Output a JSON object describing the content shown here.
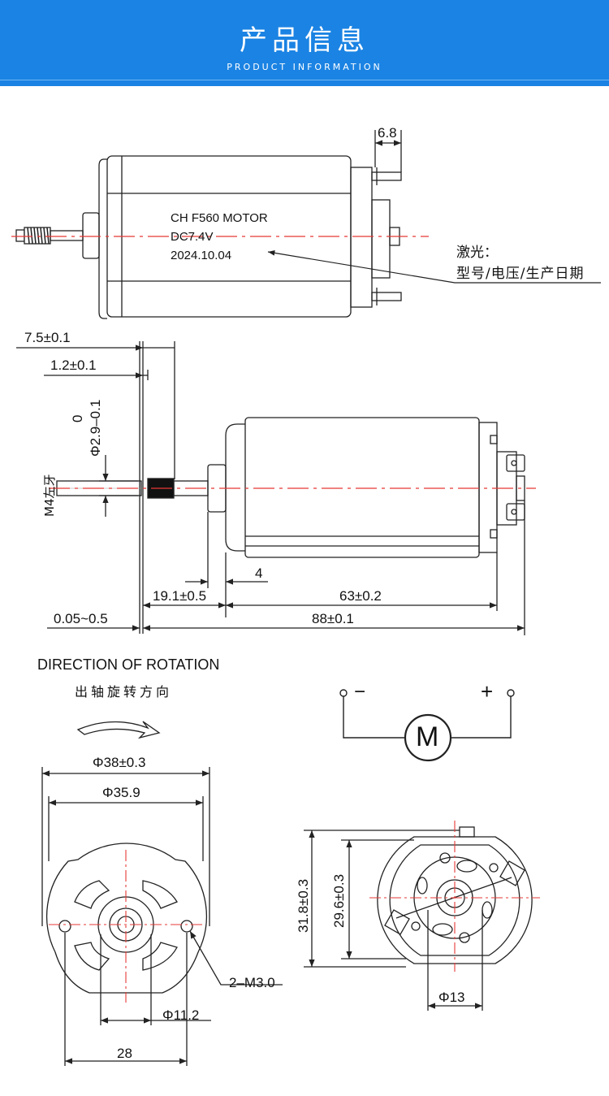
{
  "header": {
    "title": "产品信息",
    "subtitle": "PRODUCT INFORMATION"
  },
  "top_view": {
    "laser_lines": [
      "CH F560 MOTOR",
      "DC7.4V",
      "2024.10.04"
    ],
    "callout_line1": "激光：",
    "callout_line2": "型号/电压/生产日期",
    "dim_terminal": "6.8"
  },
  "side_view": {
    "dim_shaft_len": "7.5±0.1",
    "dim_flat": "1.2±0.1",
    "dim_shaft_tol_top": "0",
    "dim_shaft_dia": "Φ2.9–0.1",
    "dim_thread": "M4左牙",
    "dim_boss": "4",
    "dim_front": "19.1±0.5",
    "dim_body": "63±0.2",
    "dim_gap": "0.05~0.5",
    "dim_total": "88±0.1"
  },
  "rotation": {
    "title_en": "DIRECTION OF ROTATION",
    "title_cn": "出轴旋转方向"
  },
  "schematic": {
    "minus": "−",
    "plus": "+",
    "motor_symbol": "M"
  },
  "front_view": {
    "dim_outer": "Φ38±0.3",
    "dim_body": "Φ35.9",
    "dim_screws": "2–M3.0",
    "dim_hub": "Φ11.2",
    "dim_pitch": "28"
  },
  "rear_view": {
    "dim_height_outer": "31.8±0.3",
    "dim_height_inner": "29.6±0.3",
    "dim_hub": "Φ13"
  },
  "colors": {
    "banner": "#1b83e3",
    "center_line": "#e53935",
    "line": "#222222"
  }
}
